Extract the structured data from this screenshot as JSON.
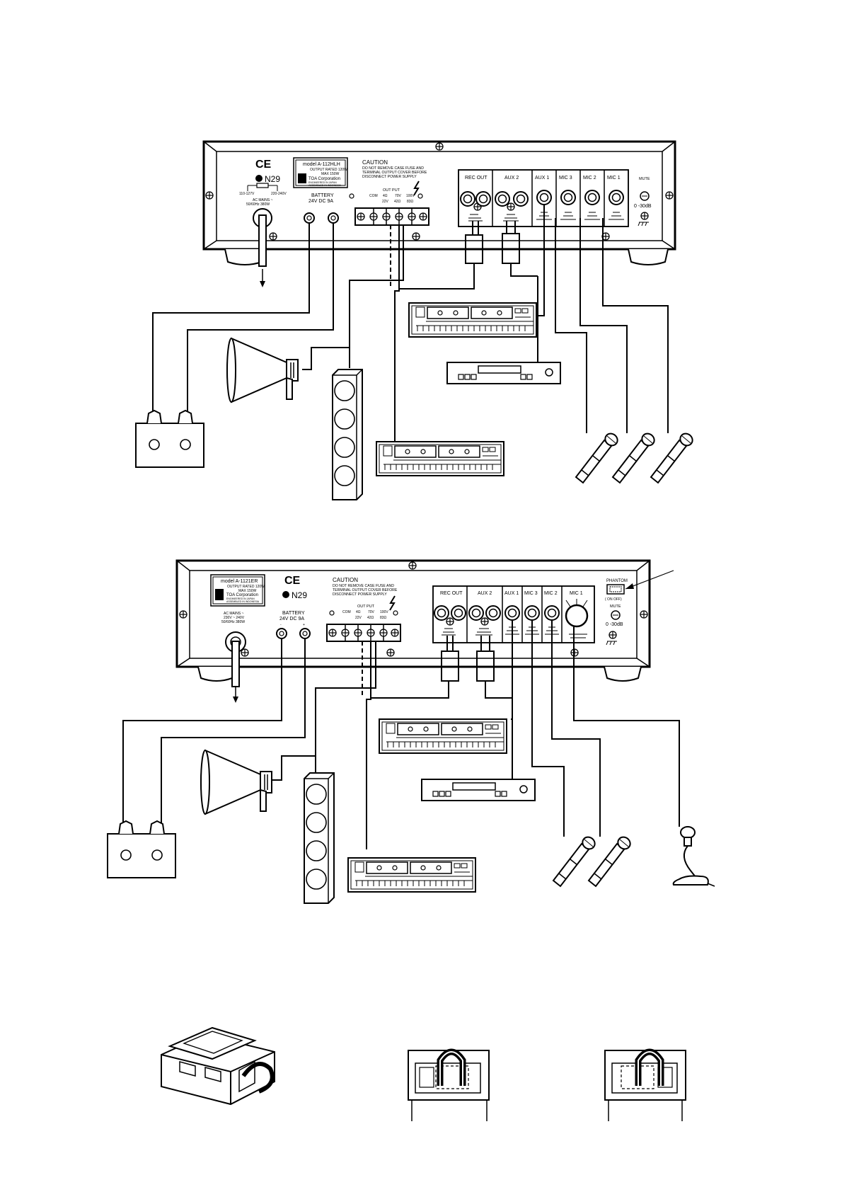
{
  "colors": {
    "ink": "#000000",
    "paper": "#ffffff"
  },
  "unit1": {
    "ce": "CE",
    "n_mark": "N29",
    "model": "model A-112HLH",
    "output_rated": "OUTPUT RATED 120W",
    "output_max": "MAX 150W",
    "maker": "TOA Corporation",
    "engineered": "ENGINEERED IN JAPAN",
    "assembled": "ASSEMBLED IN INDONESIA",
    "volt_low": "110-127V",
    "volt_high": "220-240V",
    "ac_mains": "AC MAINS ~",
    "ac_freq": "50/60Hz 380W",
    "battery": "BATTERY",
    "battery_spec": "24V DC 9A",
    "caution": "CAUTION",
    "caution_1": "DO NOT REMOVE CASE FUSE AND",
    "caution_2": "TERMINAL OUTPUT COVER BEFORE",
    "caution_3": "DISCONNECT POWER SUPPLY",
    "output": "OUT PUT",
    "com": "COM",
    "o4": "4Ω",
    "o70": "70V",
    "o100": "100V",
    "o22": "22V",
    "o42": "42Ω",
    "o83": "83Ω",
    "rec_out": "REC OUT",
    "aux2": "AUX 2",
    "aux1": "AUX 1",
    "mic3": "MIC 3",
    "mic2": "MIC 2",
    "mic1": "MIC 1",
    "mute": "MUTE",
    "mute_range": "0 -30dB"
  },
  "unit2": {
    "model": "model A-1121ER",
    "output_rated": "OUTPUT RATED 120W",
    "output_max": "MAX 150W",
    "maker": "TOA Corporation",
    "engineered": "ENGINEERED IN JAPAN",
    "assembled": "ASSEMBLED IN INDONESIA",
    "ce": "CE",
    "n_mark": "N29",
    "ac_mains": "AC MAINS ~",
    "ac_volt": "230V ~ 240V",
    "ac_freq": "50/60Hz 380W",
    "battery": "BATTERY",
    "battery_spec": "24V DC 9A",
    "caution": "CAUTION",
    "caution_1": "DO NOT REMOVE CASE FUSE AND",
    "caution_2": "TERMINAL OUTPUT COVER BEFORE",
    "caution_3": "DISCONNECT POWER SUPPLY",
    "output": "OUT PUT",
    "com": "COM",
    "o4": "4Ω",
    "o70": "70V",
    "o100": "100V",
    "o22": "22V",
    "o42": "42Ω",
    "o83": "83Ω",
    "rec_out": "REC OUT",
    "aux2": "AUX 2",
    "aux1": "AUX 1",
    "mic3": "MIC 3",
    "mic2": "MIC 2",
    "mic1": "MIC 1",
    "phantom": "PHANTOM",
    "phantom_state": "( ON OFF)",
    "mute": "MUTE",
    "mute_range": "0 -30dB"
  }
}
